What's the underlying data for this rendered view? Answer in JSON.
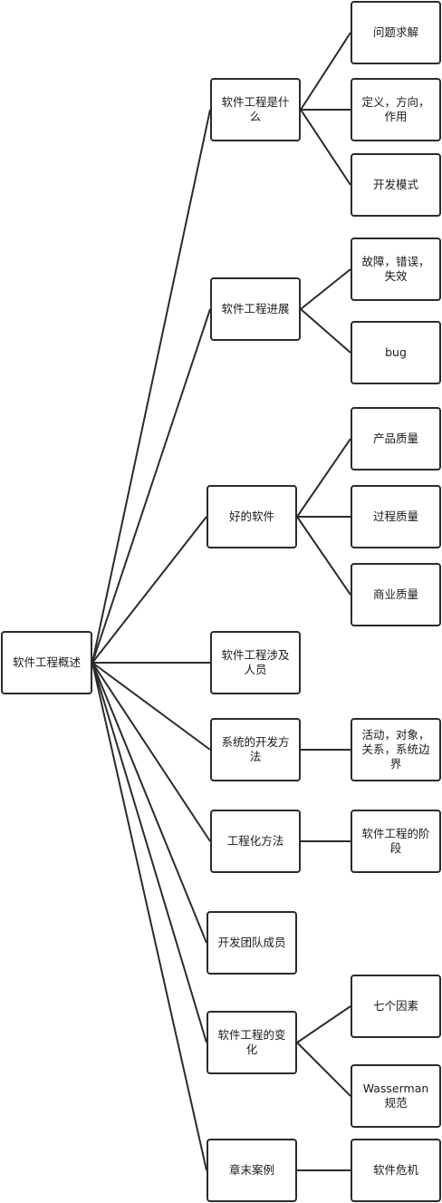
{
  "root": {
    "label": "软件工程概述"
  },
  "branches": [
    {
      "label": "软件工程是什么",
      "children": [
        "问题求解",
        "定义，方向，作用",
        "开发模式"
      ]
    },
    {
      "label": "软件工程进展",
      "children": [
        "故障，错误，失效",
        "bug"
      ]
    },
    {
      "label": "好的软件",
      "children": [
        "产品质量",
        "过程质量",
        "商业质量"
      ]
    },
    {
      "label": "软件工程涉及人员",
      "children": []
    },
    {
      "label": "系统的开发方法",
      "children": [
        "活动，对象，关系，系统边界"
      ]
    },
    {
      "label": "工程化方法",
      "children": [
        "软件工程的阶段"
      ]
    },
    {
      "label": "开发团队成员",
      "children": []
    },
    {
      "label": "软件工程的变化",
      "children": [
        "七个因素",
        "Wasserman规范"
      ]
    },
    {
      "label": "章末案例",
      "children": [
        "软件危机"
      ]
    }
  ],
  "colors": {
    "line": "#2b2b2b",
    "border": "#2b2b2b",
    "fill": "#ffffff",
    "text": "#1a1a1a"
  }
}
